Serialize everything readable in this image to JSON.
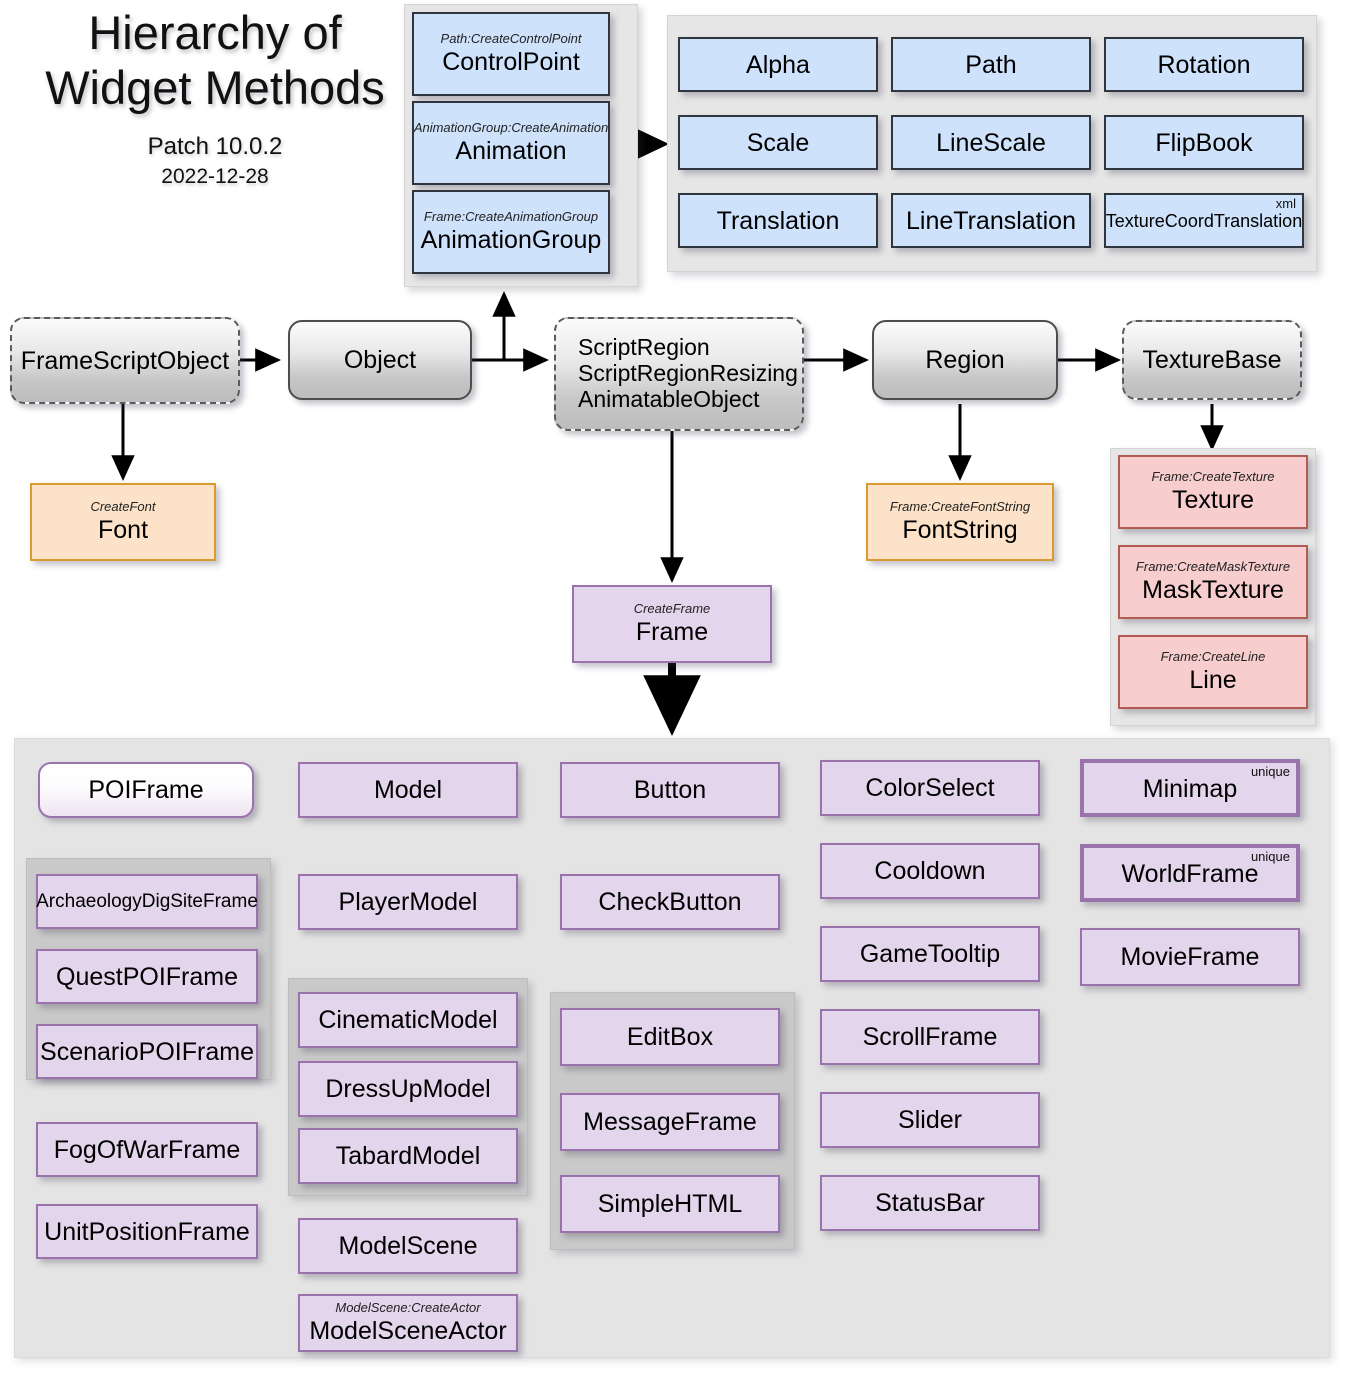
{
  "heading": {
    "title_line1": "Hierarchy of",
    "title_line2": "Widget Methods",
    "patch": "Patch 10.0.2",
    "date": "2022-12-28"
  },
  "animation_group": {
    "nodes": [
      {
        "caption": "Path:CreateControlPoint",
        "title": "ControlPoint"
      },
      {
        "caption": "AnimationGroup:CreateAnimation",
        "title": "Animation"
      },
      {
        "caption": "Frame:CreateAnimationGroup",
        "title": "AnimationGroup"
      }
    ]
  },
  "animation_types": {
    "nodes": [
      {
        "title": "Alpha",
        "tag": ""
      },
      {
        "title": "Path",
        "tag": ""
      },
      {
        "title": "Rotation",
        "tag": ""
      },
      {
        "title": "Scale",
        "tag": ""
      },
      {
        "title": "LineScale",
        "tag": ""
      },
      {
        "title": "FlipBook",
        "tag": ""
      },
      {
        "title": "Translation",
        "tag": ""
      },
      {
        "title": "LineTranslation",
        "tag": ""
      },
      {
        "title": "TextureCoordTranslation",
        "tag": "xml"
      }
    ]
  },
  "chain": {
    "frame_script_object": {
      "title": "FrameScriptObject"
    },
    "object": {
      "title": "Object"
    },
    "script_region": {
      "line1": "ScriptRegion",
      "line2": "ScriptRegionResizing",
      "line3": "AnimatableObject"
    },
    "region": {
      "title": "Region"
    },
    "texture_base": {
      "title": "TextureBase"
    }
  },
  "leaves": {
    "font": {
      "caption": "CreateFont",
      "title": "Font"
    },
    "font_string": {
      "caption": "Frame:CreateFontString",
      "title": "FontString"
    },
    "frame": {
      "caption": "CreateFrame",
      "title": "Frame"
    }
  },
  "texture_group": {
    "nodes": [
      {
        "caption": "Frame:CreateTexture",
        "title": "Texture"
      },
      {
        "caption": "Frame:CreateMaskTexture",
        "title": "MaskTexture"
      },
      {
        "caption": "Frame:CreateLine",
        "title": "Line"
      }
    ]
  },
  "frames": {
    "poi": {
      "root": {
        "title": "POIFrame"
      },
      "children": [
        {
          "title": "ArchaeologyDigSiteFrame"
        },
        {
          "title": "QuestPOIFrame"
        },
        {
          "title": "ScenarioPOIFrame"
        }
      ],
      "siblings": [
        {
          "title": "FogOfWarFrame"
        },
        {
          "title": "UnitPositionFrame"
        }
      ]
    },
    "model": {
      "root": {
        "title": "Model"
      },
      "player": {
        "title": "PlayerModel"
      },
      "children": [
        {
          "title": "CinematicModel"
        },
        {
          "title": "DressUpModel"
        },
        {
          "title": "TabardModel"
        }
      ],
      "scene": {
        "title": "ModelScene"
      },
      "scene_actor": {
        "caption": "ModelScene:CreateActor",
        "title": "ModelSceneActor"
      }
    },
    "button": {
      "root": {
        "title": "Button"
      },
      "check": {
        "title": "CheckButton"
      },
      "text_group": [
        {
          "title": "EditBox"
        },
        {
          "title": "MessageFrame"
        },
        {
          "title": "SimpleHTML"
        }
      ]
    },
    "misc": [
      {
        "title": "ColorSelect"
      },
      {
        "title": "Cooldown"
      },
      {
        "title": "GameTooltip"
      },
      {
        "title": "ScrollFrame"
      },
      {
        "title": "Slider"
      },
      {
        "title": "StatusBar"
      }
    ],
    "unique": [
      {
        "title": "Minimap",
        "tag": "unique"
      },
      {
        "title": "WorldFrame",
        "tag": "unique"
      },
      {
        "title": "MovieFrame",
        "tag": ""
      }
    ]
  },
  "colors": {
    "blue_fill": "#cfe2fb",
    "orange_fill": "#fbe2c8",
    "pink_fill": "#f7cdcd",
    "purple_fill": "#e3d5ec",
    "purple_border": "#9a73ad",
    "group_fill": "#e6e6e6"
  }
}
